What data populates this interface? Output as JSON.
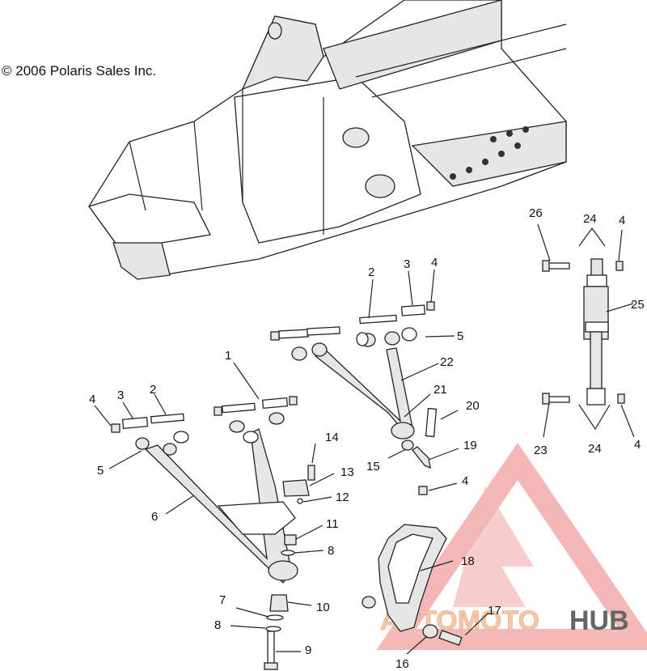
{
  "copyright": "© 2006 Polaris Sales Inc.",
  "watermark": {
    "text_left": "AUTOMOTO",
    "text_right": "HUB",
    "color_primary": "#f0a0a0",
    "color_accent": "#f4c9a0",
    "color_dark": "#666666"
  },
  "callouts": [
    "1",
    "2",
    "3",
    "4",
    "5",
    "6",
    "7",
    "8",
    "9",
    "10",
    "11",
    "12",
    "13",
    "14",
    "15",
    "16",
    "17",
    "18",
    "19",
    "20",
    "21",
    "22",
    "23",
    "24",
    "25",
    "26"
  ]
}
